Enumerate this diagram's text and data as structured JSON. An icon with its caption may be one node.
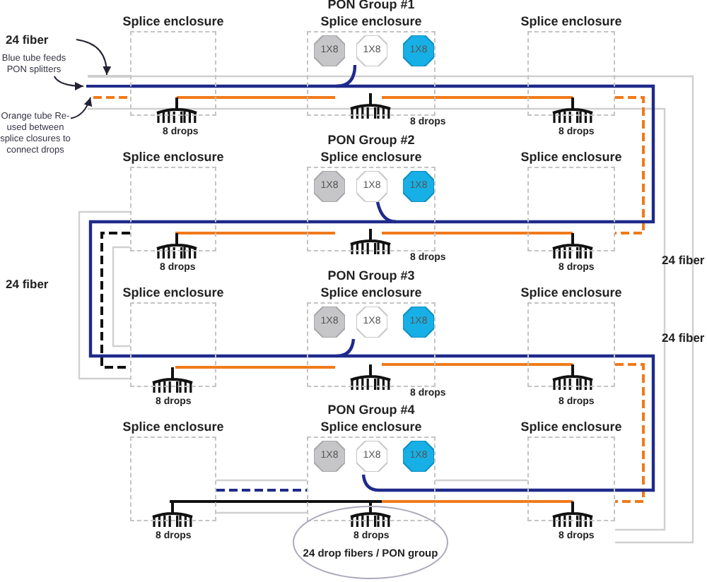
{
  "diagram": {
    "nodes": [
      {
        "text": [
          "Splice enclosure"
        ]
      },
      {
        "text": [
          "PON Group #1",
          "Splice enclosure"
        ]
      },
      {
        "text": [
          "1X8"
        ],
        "in": 1
      },
      {
        "text": [
          "1X8"
        ],
        "in": 1
      },
      {
        "text": [
          "1X8"
        ],
        "in": 1
      },
      {
        "text": [
          "Splice enclosure"
        ]
      },
      {
        "text": [
          "Splice enclosure"
        ]
      },
      {
        "text": [
          "PON Group #2",
          "Splice enclosure"
        ]
      },
      {
        "text": [
          "1X8"
        ],
        "in": 7
      },
      {
        "text": [
          "1X8"
        ],
        "in": 7
      },
      {
        "text": [
          "1X8"
        ],
        "in": 7
      },
      {
        "text": [
          "Splice enclosure"
        ]
      },
      {
        "text": [
          "Splice enclosure"
        ]
      },
      {
        "text": [
          "PON Group #3",
          "Splice enclosure"
        ]
      },
      {
        "text": [
          "1X8"
        ],
        "in": 13
      },
      {
        "text": [
          "1X8"
        ],
        "in": 13
      },
      {
        "text": [
          "1X8"
        ],
        "in": 13
      },
      {
        "text": [
          "Splice enclosure"
        ]
      },
      {
        "text": [
          "Splice enclosure"
        ]
      },
      {
        "text": [
          "PON Group #4",
          "Splice enclosure"
        ]
      },
      {
        "text": [
          "1X8"
        ],
        "in": 19
      },
      {
        "text": [
          "1X8"
        ],
        "in": 19
      },
      {
        "text": [
          "1X8"
        ],
        "in": 19
      },
      {
        "text": [
          "Splice enclosure"
        ]
      },
      {
        "text": [
          "24 drop fibers / PON group"
        ]
      },
      {
        "text": [
          "24 fiber"
        ]
      },
      {
        "text": [
          "Blue tube feeds PON splitters"
        ]
      },
      {
        "text": [
          "Orange tube Re-used between splice closures to connect drops"
        ]
      },
      {
        "text": [],
        "shape": "bar"
      },
      {
        "text": [],
        "shape": "bar"
      },
      {
        "text": [],
        "shape": "bar"
      }
    ],
    "edges": [
      {
        "from": 25,
        "to": 28,
        "arrow": "to"
      },
      {
        "from": 26,
        "to": 29,
        "arrow": "to"
      },
      {
        "from": 27,
        "to": 30,
        "arrow": "to"
      }
    ],
    "labels": [
      "8 drops",
      "8 drops",
      "8 drops",
      "8 drops",
      "8 drops",
      "8 drops",
      "24 fiber",
      "24 fiber",
      "8 drops",
      "8 drops",
      "8 drops",
      "24 fiber",
      "8 drops",
      "8 drops",
      "8 drops"
    ]
  }
}
